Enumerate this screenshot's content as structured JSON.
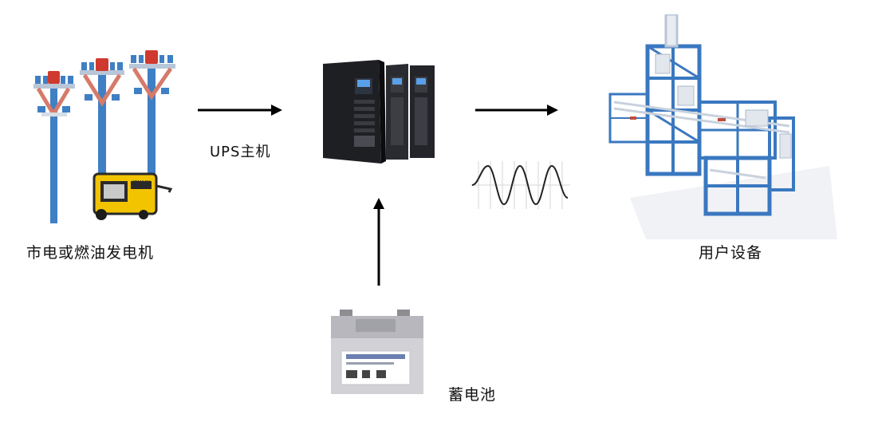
{
  "labels": {
    "source": "市电或燃油发电机",
    "ups": "UPS主机",
    "battery": "蓄电池",
    "user": "用户设备"
  },
  "generator_plate": "STANLEY",
  "colors": {
    "arrow": "#000000",
    "pole_blue": "#3f7fc4",
    "insulator_red": "#d03a2e",
    "generator_yellow": "#f2c400",
    "structure_blue": "#3a78c0"
  }
}
